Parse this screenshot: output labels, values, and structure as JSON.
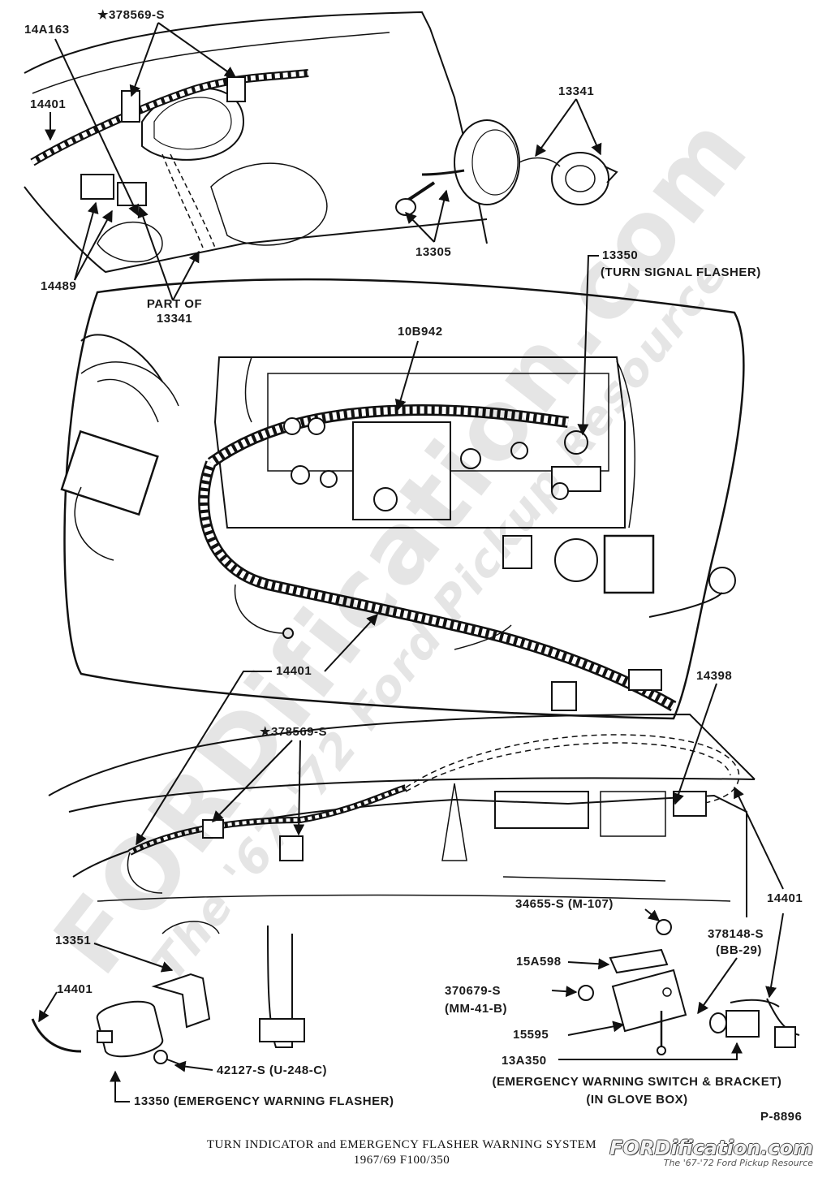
{
  "watermark": {
    "main": "FORDification.com",
    "sub": "The '67-'72 Ford Pickup Resource"
  },
  "labels": {
    "l_14a163": "14A163",
    "l_378569_top": "★378569-S",
    "l_14401_top": "14401",
    "l_13341_top": "13341",
    "l_14489": "14489",
    "l_part_of": "PART OF",
    "l_part_num": "13341",
    "l_13305": "13305",
    "l_13350_turn": "13350",
    "l_turn_flasher": "(TURN SIGNAL FLASHER)",
    "l_10b942": "10B942",
    "l_14401_mid": "14401",
    "l_14398": "14398",
    "l_378569_mid": "★378569-S",
    "l_14401_right": "14401",
    "l_34655": "34655-S (M-107)",
    "l_378148": "378148-S",
    "l_bb29": "(BB-29)",
    "l_15a598": "15A598",
    "l_13351": "13351",
    "l_14401_left": "14401",
    "l_370679": "370679-S",
    "l_mm41b": "(MM-41-B)",
    "l_15595": "15595",
    "l_13a350": "13A350",
    "l_switch_bracket": "(EMERGENCY WARNING SWITCH & BRACKET)",
    "l_glove_box": "(IN GLOVE BOX)",
    "l_42127": "42127-S (U-248-C)",
    "l_13350_emer": "13350 (EMERGENCY WARNING FLASHER)",
    "l_p8896": "P-8896"
  },
  "caption": {
    "line1": "TURN INDICATOR and EMERGENCY FLASHER WARNING SYSTEM",
    "line2": "1967/69    F100/350"
  },
  "logo": {
    "main": "FORDification.com",
    "sub": "The '67-'72 Ford Pickup Resource"
  }
}
